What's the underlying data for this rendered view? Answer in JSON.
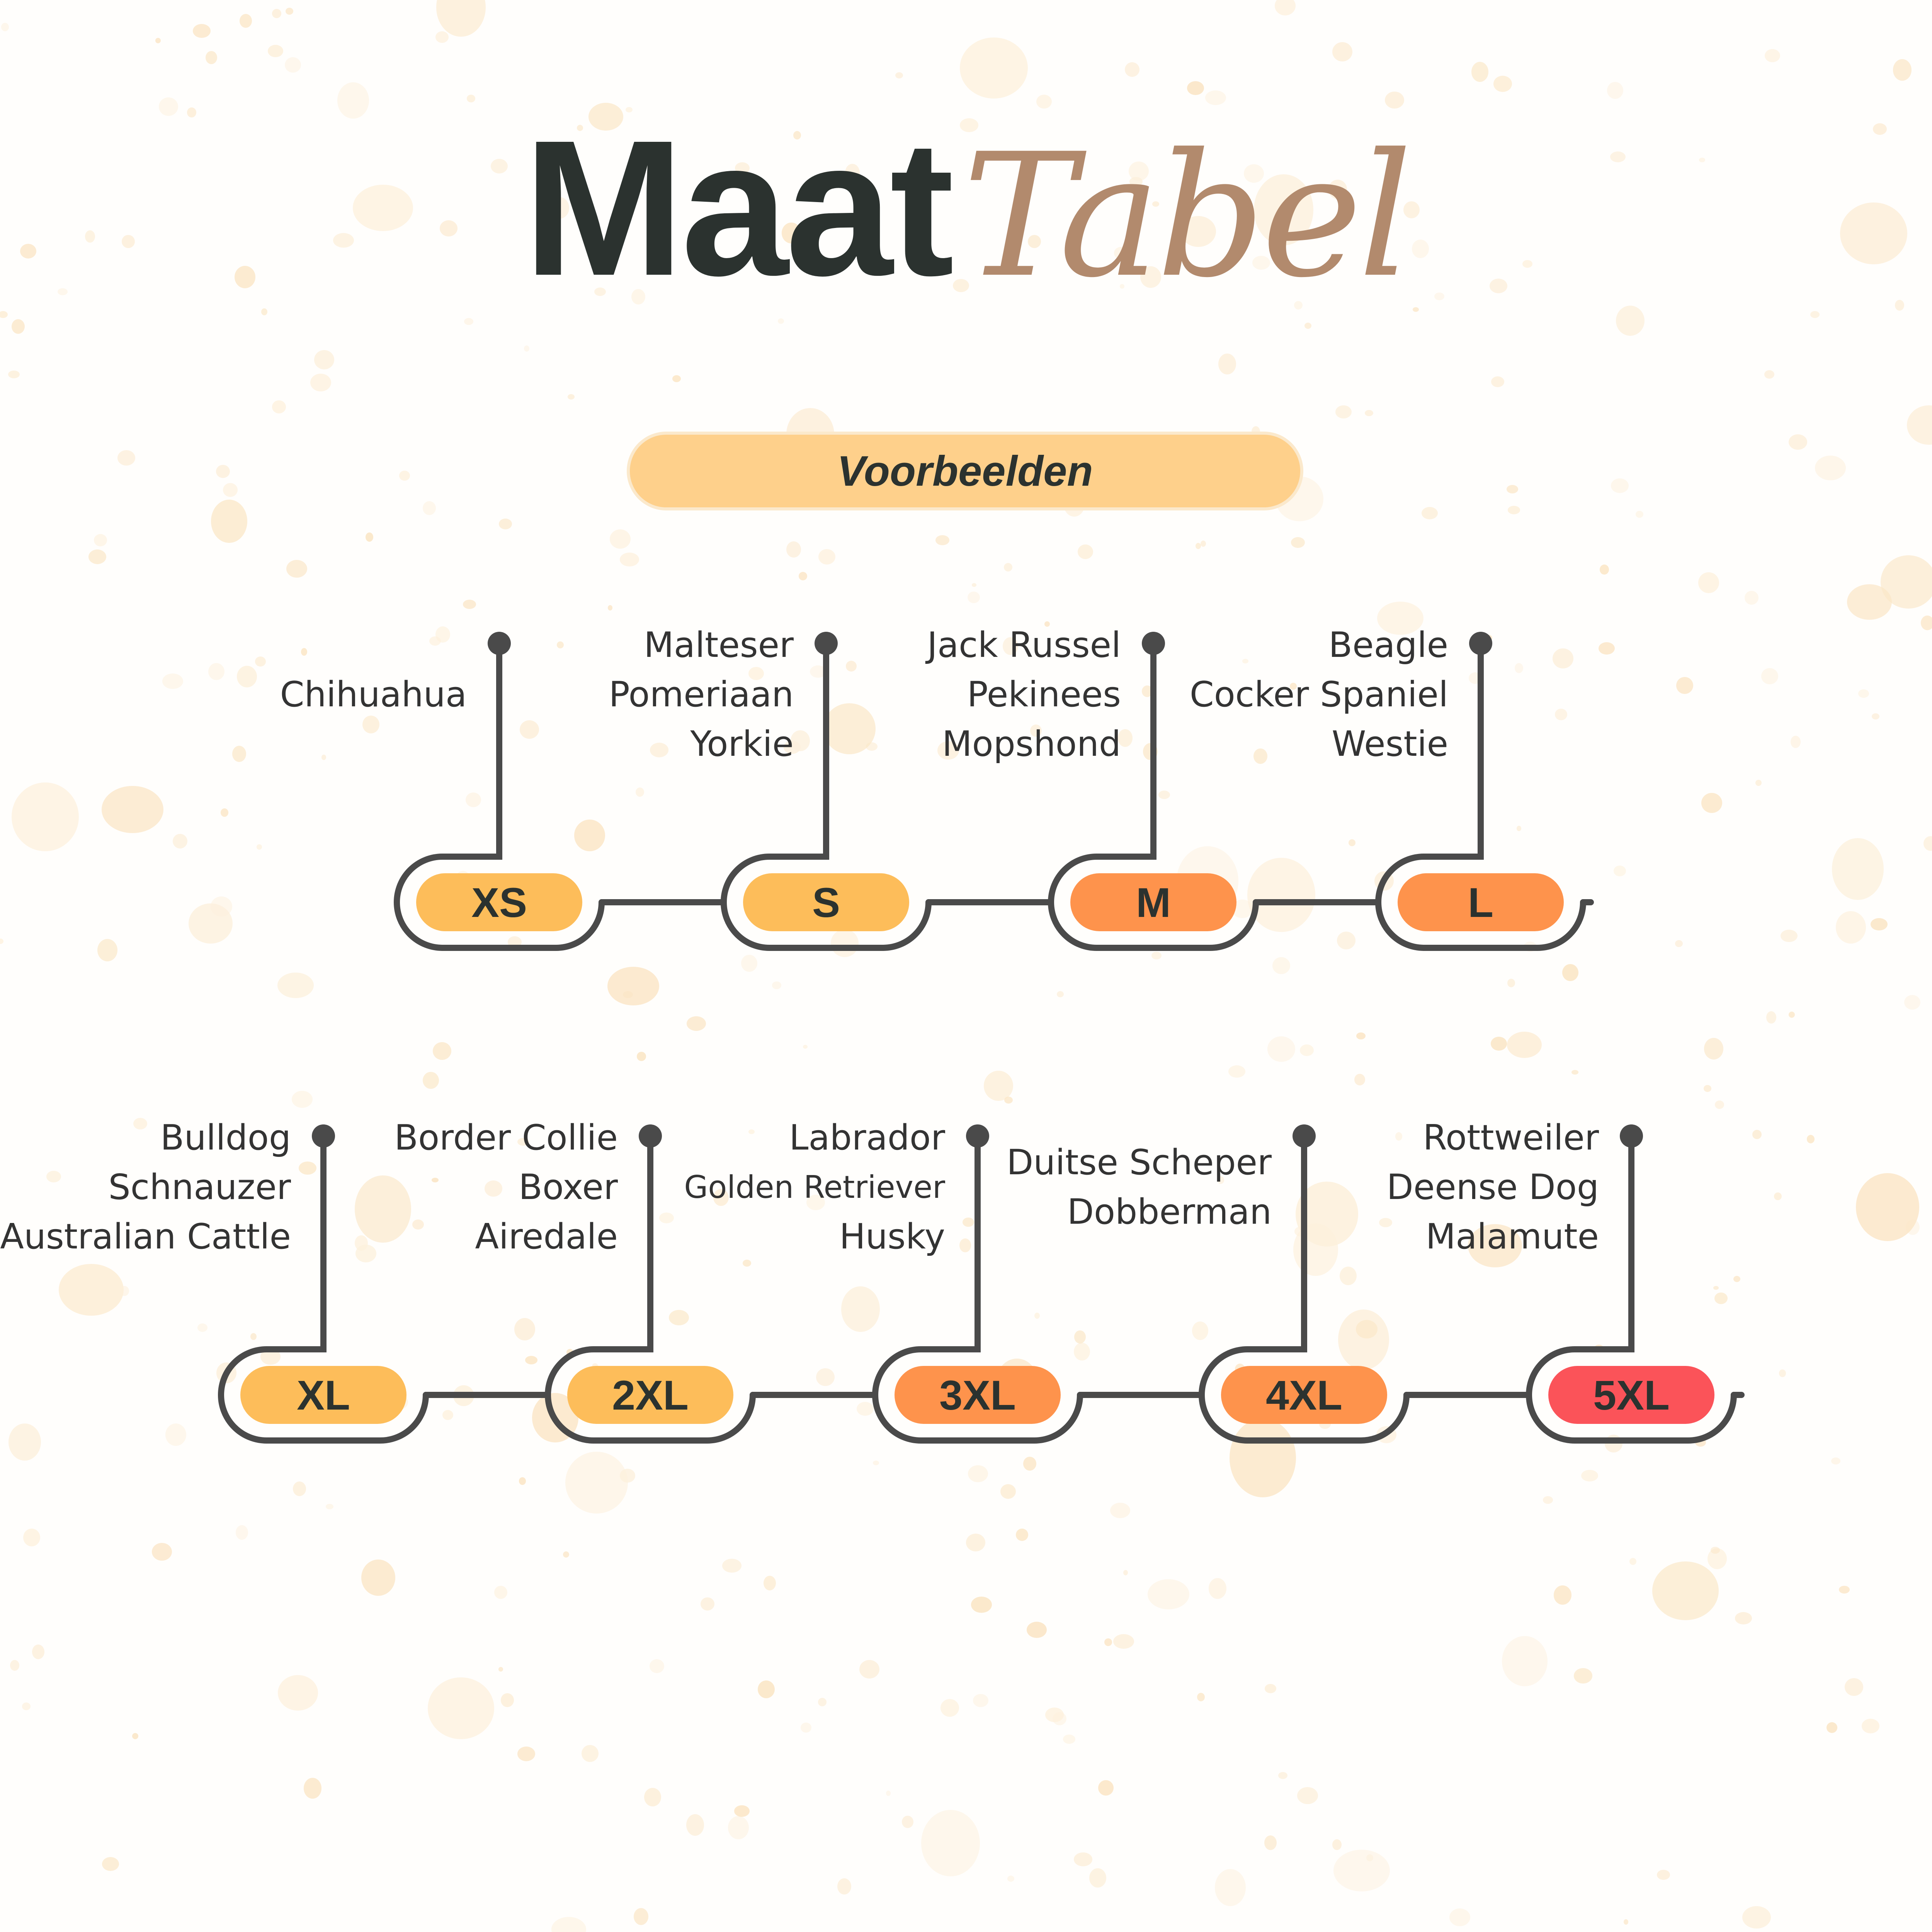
{
  "title": {
    "main": "Maat",
    "script": "Tabel"
  },
  "subtitle": "Voorbeelden",
  "colors": {
    "text": "#2b322f",
    "script": "#b28a6d",
    "subtitle_fill": "#fed08b",
    "line": "#4a4a4a",
    "size_yellow": "#fdbd5a",
    "size_orange": "#fe934c",
    "size_red": "#fb5359"
  },
  "sizes": [
    {
      "label": "XS",
      "color": "#fdbd5a",
      "breeds": [
        "Chihuahua"
      ]
    },
    {
      "label": "S",
      "color": "#fdbd5a",
      "breeds": [
        "Malteser",
        "Pomeriaan",
        "Yorkie"
      ]
    },
    {
      "label": "M",
      "color": "#fe934c",
      "breeds": [
        "Jack Russel",
        "Pekinees",
        "Mopshond"
      ]
    },
    {
      "label": "L",
      "color": "#fe934c",
      "breeds": [
        "Beagle",
        "Cocker Spaniel",
        "Westie"
      ]
    },
    {
      "label": "XL",
      "color": "#fdbd5a",
      "breeds": [
        "Bulldog",
        "Schnauzer",
        "Australian Cattle"
      ]
    },
    {
      "label": "2XL",
      "color": "#fdbd5a",
      "breeds": [
        "Border Collie",
        "Boxer",
        "Airedale"
      ]
    },
    {
      "label": "3XL",
      "color": "#fe934c",
      "breeds": [
        "Labrador",
        "Golden Retriever",
        "Husky"
      ]
    },
    {
      "label": "4XL",
      "color": "#fe934c",
      "breeds": [
        "Duitse Scheper",
        "Dobberman"
      ]
    },
    {
      "label": "5XL",
      "color": "#fb5359",
      "breeds": [
        "Rottweiler",
        "Deense Dog",
        "Malamute"
      ]
    }
  ]
}
